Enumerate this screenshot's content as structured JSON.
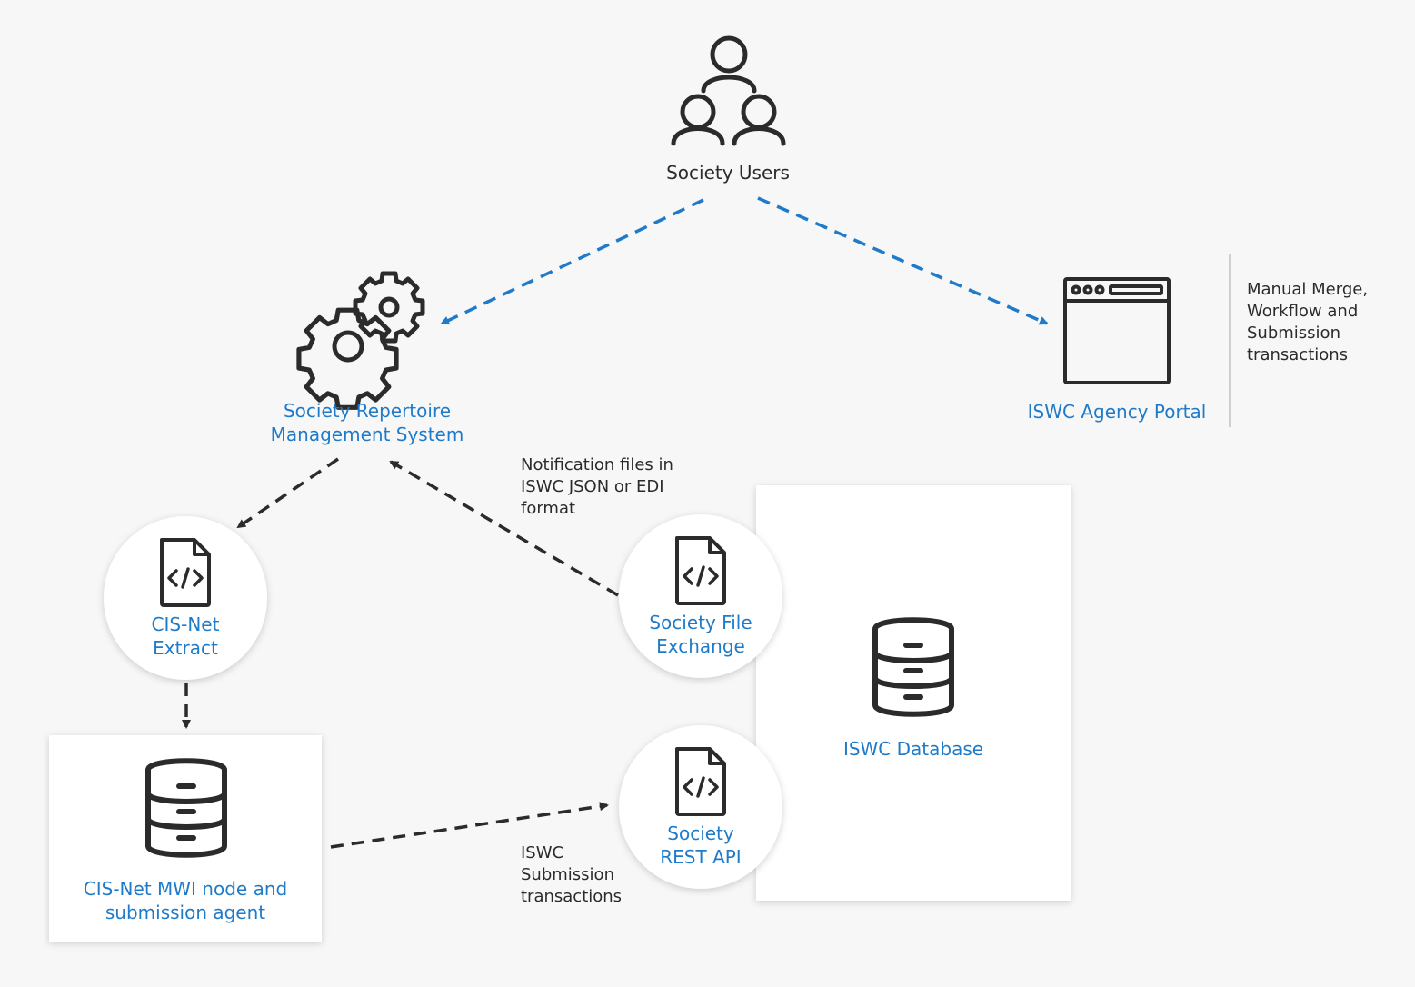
{
  "nodes": {
    "society_users": {
      "label": "Society Users"
    },
    "repertoire_system": {
      "line1": "Society Repertoire",
      "line2": "Management System"
    },
    "agency_portal": {
      "label": "ISWC Agency Portal"
    },
    "cisnet_extract": {
      "line1": "CIS-Net",
      "line2": "Extract"
    },
    "file_exchange": {
      "line1": "Society File",
      "line2": "Exchange"
    },
    "rest_api": {
      "line1": "Society",
      "line2": "REST API"
    },
    "iswc_database": {
      "label": "ISWC Database"
    },
    "mwi_node": {
      "line1": "CIS-Net MWI node and",
      "line2": "submission agent"
    }
  },
  "notes": {
    "portal": [
      "Manual Merge,",
      "Workflow and",
      "Submission",
      "transactions"
    ],
    "notification": [
      "Notification files in",
      "ISWC JSON or EDI",
      "format"
    ],
    "submission": [
      "ISWC",
      "Submission",
      "transactions"
    ]
  },
  "icons": {
    "users": "users-group-icon",
    "gears": "gears-icon",
    "browser": "browser-window-icon",
    "code_file": "code-file-icon",
    "database": "database-icon"
  },
  "colors": {
    "accent": "#1f7bc9",
    "icon": "#2b2b2b",
    "dark_arrow": "#2b2b2b",
    "background": "#f7f7f7",
    "card": "#ffffff"
  }
}
